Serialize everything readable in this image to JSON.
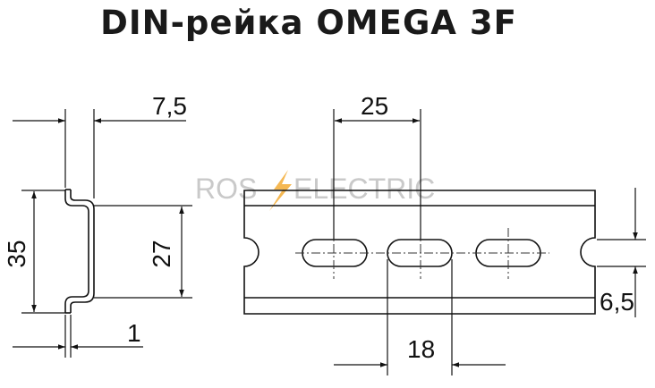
{
  "title": "DIN-рейка OMEGA 3F",
  "watermark": {
    "left": "ROS",
    "right": "ELECTRIC",
    "accent": "#f2a01a"
  },
  "dimensions": {
    "top_flange": "7,5",
    "height_total": "35",
    "height_inner": "27",
    "thickness": "1",
    "slot_pitch": "25",
    "slot_length": "18",
    "slot_width": "6,5"
  },
  "colors": {
    "line": "#111111",
    "center": "#444444"
  }
}
